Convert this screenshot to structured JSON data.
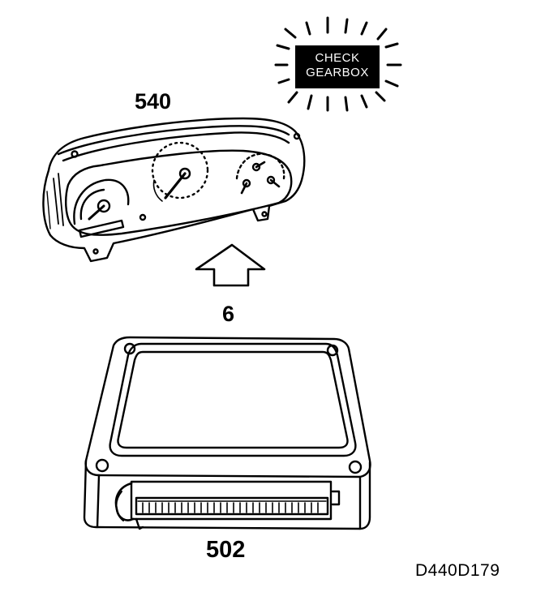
{
  "warning_light": {
    "line1": "CHECK",
    "line2": "GEARBOX"
  },
  "labels": {
    "instrument_cluster": "540",
    "signal_arrow": "6",
    "control_module": "502"
  },
  "figure_code": "D440D179"
}
